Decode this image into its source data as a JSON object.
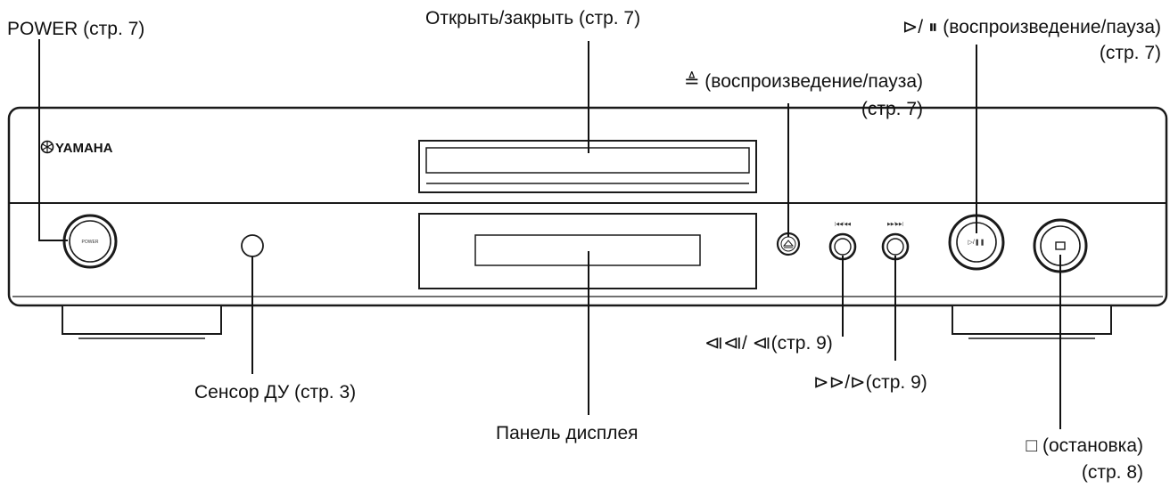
{
  "brand": "YAMAHA",
  "labels": {
    "power": "POWER (стр. 7)",
    "open_close": "Открыть/закрыть (стр. 7)",
    "eject_line1": "≜ (воспроизведение/пауза)",
    "eject_line2": "(стр. 7)",
    "play_line1": "⊳/ ⏸ (воспроизведение/пауза)",
    "play_line2": "(стр. 7)",
    "remote_sensor": "Сенсор ДУ (стр. 3)",
    "display_panel": "Панель дисплея",
    "prev_skip": "⧏⧏/ ⧏(стр. 9)",
    "next_skip": "⊳⊳/⊳(стр. 9)",
    "stop_line1": "□ (остановка)",
    "stop_line2": "(стр. 8)"
  },
  "buttons": {
    "power_text": "POWER",
    "prev_text": "|◀◀/◀◀",
    "next_text": "▶▶/▶▶|",
    "play_text": "▷/❚❚",
    "stop_text": "□"
  },
  "colors": {
    "outline": "#1a1a1a",
    "panel_fill": "#ffffff"
  }
}
